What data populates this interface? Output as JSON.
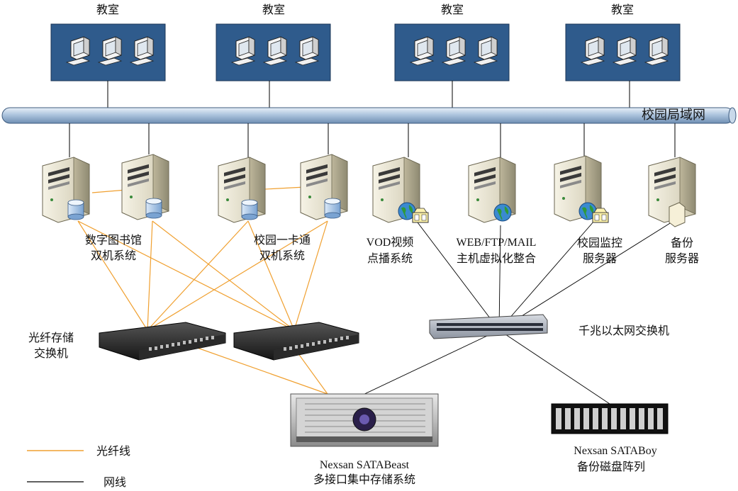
{
  "classrooms": [
    {
      "label": "教室"
    },
    {
      "label": "教室"
    },
    {
      "label": "教室"
    },
    {
      "label": "教室"
    }
  ],
  "lan_label": "校园局域网",
  "servers": [
    {
      "line1": "数字图书馆",
      "line2": "双机系统"
    },
    {
      "line1": "校园一卡通",
      "line2": "双机系统"
    },
    {
      "line1": "VOD视频",
      "line2": "点播系统"
    },
    {
      "line1": "WEB/FTP/MAIL",
      "line2": "主机虚拟化整合"
    },
    {
      "line1": "校园监控",
      "line2": "服务器"
    },
    {
      "line1": "备份",
      "line2": "服务器"
    }
  ],
  "fc_switch_label": {
    "line1": "光纤存储",
    "line2": "交换机"
  },
  "gigabit_switch_label": "千兆以太网交换机",
  "satabeast_label": {
    "line1": "Nexsan SATABeast",
    "line2": "多接口集中存储系统"
  },
  "sataboy_label": {
    "line1": "Nexsan SATABoy",
    "line2": "备份磁盘阵列"
  },
  "legend": {
    "fiber": {
      "label": "光纤线",
      "color": "#f0a030"
    },
    "network": {
      "label": "网线",
      "color": "#000000"
    }
  },
  "colors": {
    "classroom_box": "#2f5b8c",
    "lan_bus": "#aec5de",
    "fiber": "#f0a030",
    "network": "#000000"
  }
}
